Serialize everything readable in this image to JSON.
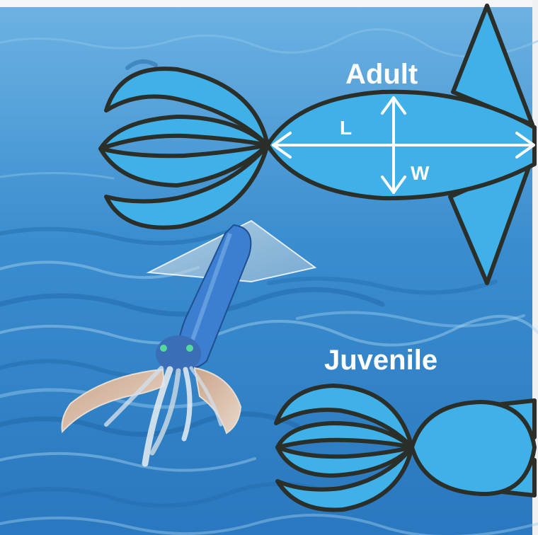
{
  "labels": {
    "adult": "Adult",
    "juvenile": "Juvenile",
    "length": "L",
    "width": "W"
  },
  "colors": {
    "ocean_light": "#5aa7dd",
    "ocean_mid": "#2f84c8",
    "ocean_deep": "#1b5f9e",
    "squid_fill": "#3fb0e8",
    "outline": "#2b2f2a",
    "label": "#ffffff",
    "squid_photo": "#3c7fd0"
  },
  "icons": {
    "adult_squid": "adult-squid-outline-icon",
    "juvenile_squid": "juvenile-squid-outline-icon",
    "flying_squid": "flying-squid-photo-icon"
  }
}
